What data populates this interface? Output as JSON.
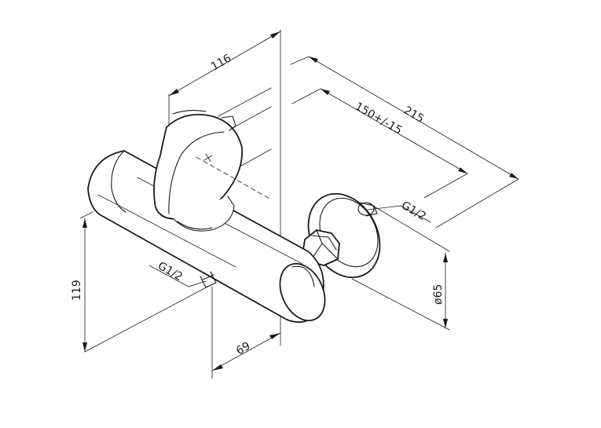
{
  "dimensions": {
    "top_width": "116",
    "overall_length": "215",
    "spacing": "150+/-15",
    "height": "119",
    "depth": "69",
    "flange_diameter": "ø65",
    "thread_right": "G1/2",
    "thread_bottom": "G1/2"
  }
}
